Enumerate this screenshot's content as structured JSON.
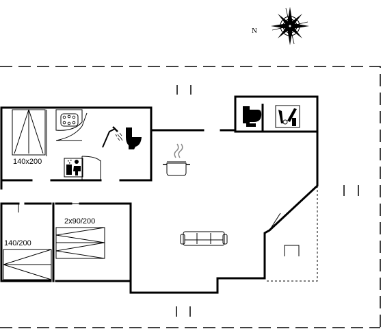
{
  "compass": {
    "label": "N",
    "icon": "compass-rose-icon"
  },
  "rooms": {
    "bedroom_top_left": {
      "bed_label": "140x200",
      "icon": "double-bed-icon"
    },
    "bedroom_bottom_left": {
      "bed_label": "140/200",
      "icon": "double-bed-icon"
    },
    "bedroom_middle": {
      "bed_label": "2x90/200",
      "icon": "twin-beds-icon"
    },
    "bathroom": {
      "icons": [
        "whirlpool-icon",
        "shower-icon",
        "toilet-icon",
        "sauna-icon"
      ]
    },
    "kitchen": {
      "icon": "cooking-pot-icon"
    },
    "utility": {
      "icons": [
        "toilet-icon",
        "washing-machine-icon"
      ]
    },
    "living_room": {
      "icon": "sofa-icon"
    },
    "terrace": {
      "icon": "garden-chair-icon"
    }
  }
}
